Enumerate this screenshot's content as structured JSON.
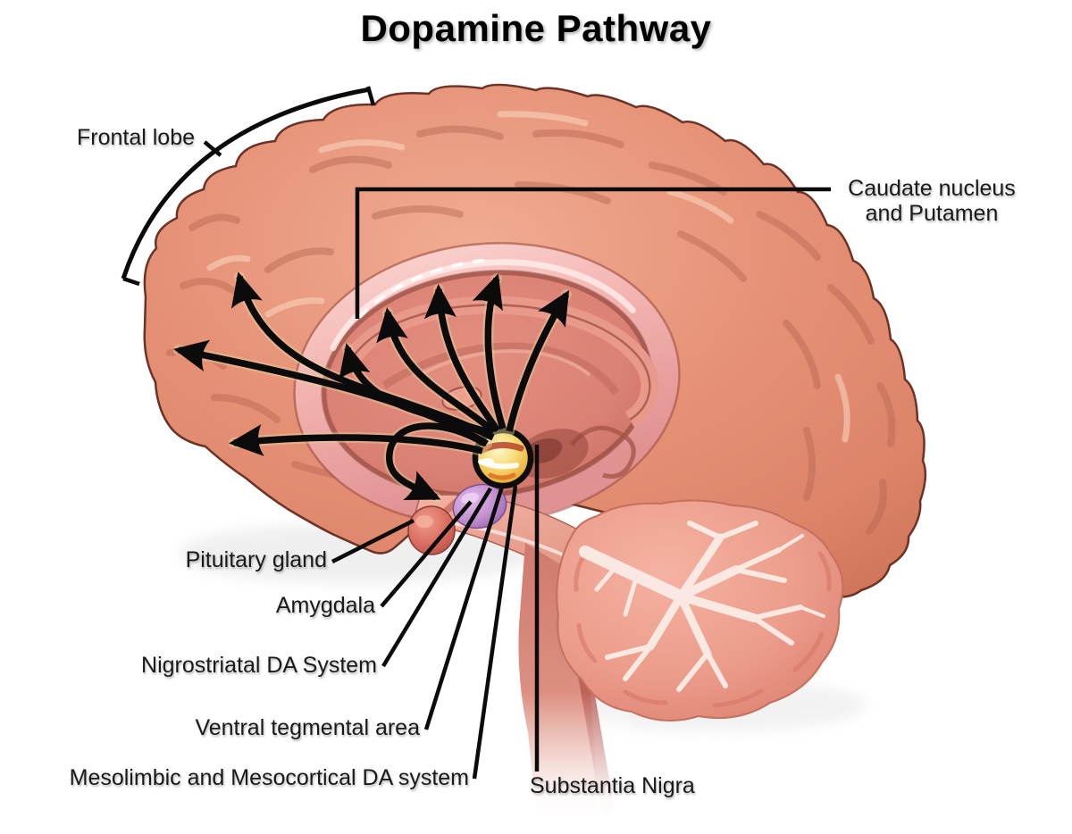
{
  "title": "Dopamine Pathway",
  "diagram": {
    "type": "anatomical-diagram",
    "subject": "Sagittal section of human brain showing dopamine pathways",
    "labels": {
      "frontal_lobe": "Frontal lobe",
      "caudate_nucleus_putamen": "Caudate nucleus and Putamen",
      "pituitary_gland": "Pituitary gland",
      "amygdala": "Amygdala",
      "nigrostriatal": "Nigrostriatal DA System",
      "ventral_tegmental_area": "Ventral tegmental area",
      "mesolimbic_mesocortical": "Mesolimbic and Mesocortical DA system",
      "substantia_nigra": "Substantia Nigra"
    }
  },
  "colors": {
    "ink": "#1a1a1a",
    "line": "#0b0b0b",
    "bg": "#ffffff",
    "cortex": "#e59680",
    "cortex-highlight": "#f6c8af",
    "cortex-shadow": "#c6705a",
    "ring-pink": "#f2b1ae",
    "interior": "#dd8478",
    "cerebellum": "#ed9c8b",
    "cerebellum-branches": "#fbefe9",
    "pons": "#eca295",
    "brainstem": "#dc8a7f",
    "pituitary": "#d96c60",
    "amygdala": "#c292d0",
    "vta-sphere-light": "#fdf8ce",
    "vta-sphere-deep": "#c97a20"
  }
}
